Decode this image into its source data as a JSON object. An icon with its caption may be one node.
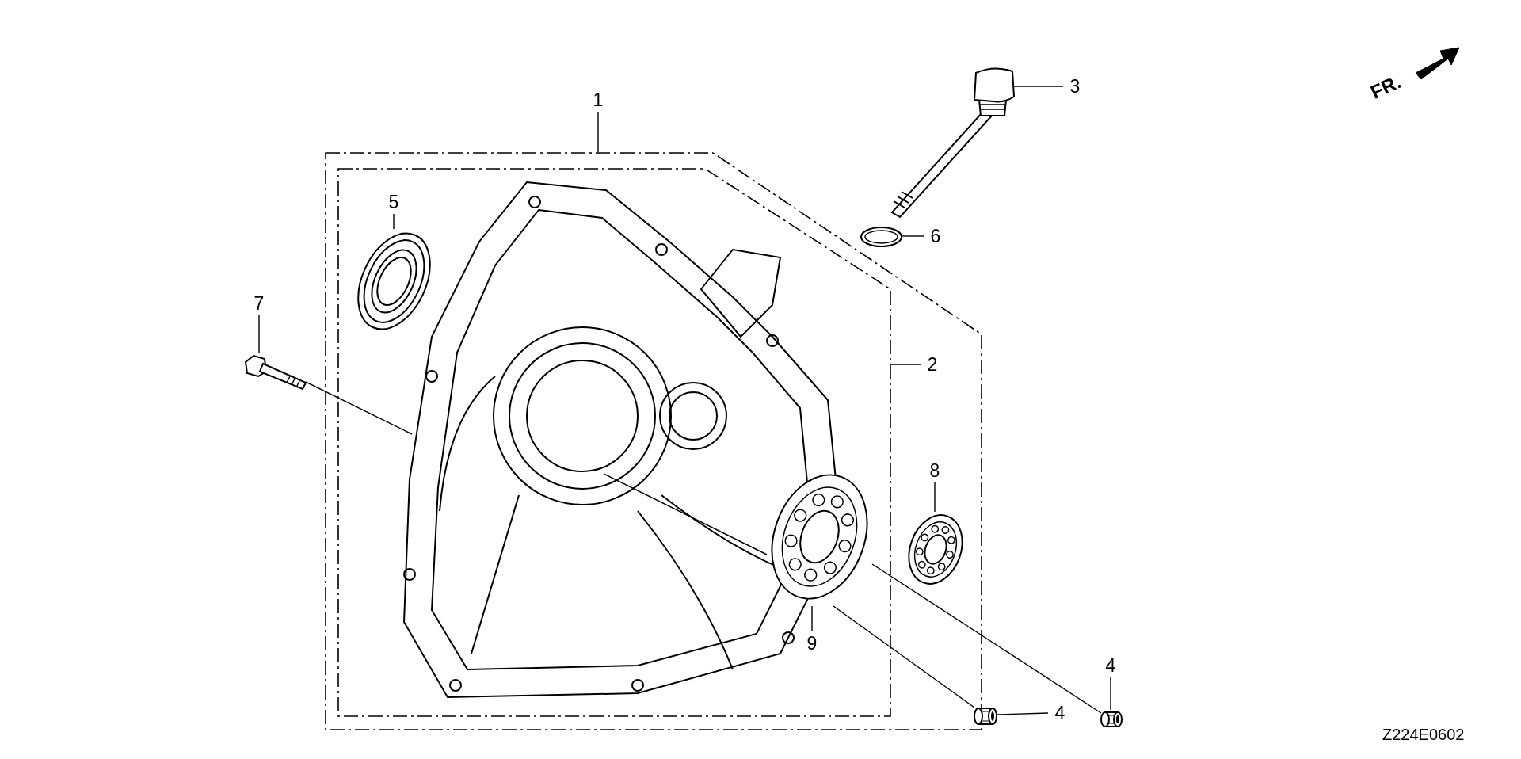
{
  "diagram": {
    "nodes": [
      {
        "text": [
          "1"
        ]
      },
      {
        "text": [],
        "shape": "box"
      },
      {
        "text": [],
        "shape": "box",
        "in": 1
      },
      {
        "text": [],
        "shape": "picture",
        "in": 2
      },
      {
        "text": [],
        "shape": "picture",
        "in": 2
      },
      {
        "text": [],
        "shape": "picture",
        "in": 2
      },
      {
        "text": [
          "2"
        ],
        "in": 1
      },
      {
        "text": [
          "3"
        ]
      },
      {
        "text": [],
        "shape": "picture"
      },
      {
        "text": [
          "5"
        ],
        "in": 2
      },
      {
        "text": [
          "6"
        ]
      },
      {
        "text": [],
        "shape": "picture"
      },
      {
        "text": [
          "7"
        ]
      },
      {
        "text": [],
        "shape": "picture"
      },
      {
        "text": [
          "8"
        ],
        "in": 1
      },
      {
        "text": [],
        "shape": "picture",
        "in": 1
      },
      {
        "text": [
          "9"
        ],
        "in": 2
      },
      {
        "text": [
          "4"
        ]
      },
      {
        "text": [],
        "shape": "picture"
      },
      {
        "text": [
          "4"
        ]
      },
      {
        "text": [],
        "shape": "picture"
      }
    ],
    "edges": [
      {
        "from": 0,
        "to": 1,
        "arrow": "none"
      },
      {
        "from": 6,
        "to": 2,
        "arrow": "none"
      },
      {
        "from": 7,
        "to": 8,
        "arrow": "none"
      },
      {
        "from": 9,
        "to": 4,
        "arrow": "none"
      },
      {
        "from": 10,
        "to": 11,
        "arrow": "none"
      },
      {
        "from": 12,
        "to": 13,
        "arrow": "none"
      },
      {
        "from": 14,
        "to": 15,
        "arrow": "none"
      },
      {
        "from": 16,
        "to": 5,
        "arrow": "none"
      },
      {
        "from": 17,
        "to": 18,
        "arrow": "none"
      },
      {
        "from": 19,
        "to": 20,
        "arrow": "none"
      },
      {
        "from": 13,
        "to": 3,
        "arrow": "none"
      },
      {
        "from": 18,
        "to": 5,
        "arrow": "none"
      },
      {
        "from": 20,
        "to": 5,
        "arrow": "none"
      },
      {
        "from": 5,
        "to": 3,
        "arrow": "none"
      }
    ],
    "labels": [
      "FR.",
      "Z224E0602"
    ]
  }
}
